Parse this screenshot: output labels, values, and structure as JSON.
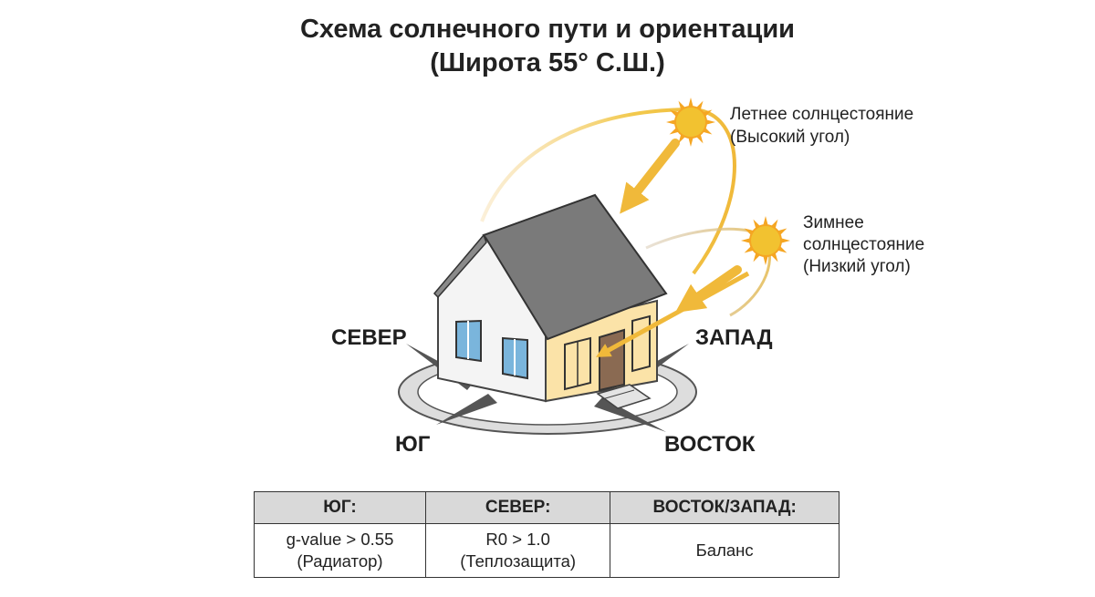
{
  "title": {
    "line1": "Схема солнечного пути и ориентации",
    "line2": "(Широта 55° С.Ш.)"
  },
  "sun_summer": {
    "line1": "Летнее солнцестояние",
    "line2": "(Высокий угол)",
    "icon": "sun-icon",
    "color": "#f2c230"
  },
  "sun_winter": {
    "line1": "Зимнее",
    "line2": "солнцестояние",
    "line3": "(Низкий угол)",
    "icon": "sun-icon",
    "color": "#f2c230"
  },
  "compass": {
    "north": "СЕВЕР",
    "west": "ЗАПАД",
    "south": "ЮГ",
    "east": "ВОСТОК"
  },
  "table": {
    "headers": [
      "ЮГ:",
      "СЕВЕР:",
      "ВОСТОК/ЗАПАД:"
    ],
    "row": [
      {
        "line1": "g-value > 0.55",
        "line2": "(Радиатор)"
      },
      {
        "line1": "R0 > 1.0",
        "line2": "(Теплозащита)"
      },
      {
        "line1": "Баланс",
        "line2": ""
      }
    ]
  },
  "colors": {
    "wall_side": "#f4f4f4",
    "wall_front": "#fbe3a8",
    "roof": "#7a7a7a",
    "window": "#7ab5dc",
    "door": "#8a6a52",
    "sun_ray": "#f0b93a",
    "table_header": "#d9d9d9"
  }
}
